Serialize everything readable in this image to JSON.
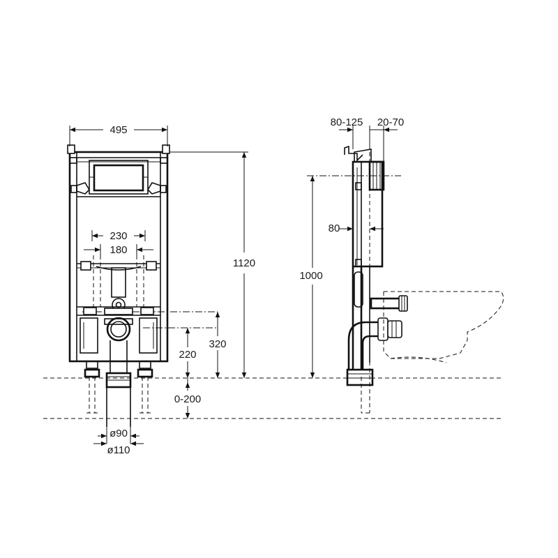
{
  "dimensions": {
    "frame_width": "495",
    "outlet_spacing_outer": "230",
    "outlet_spacing_inner": "180",
    "frame_height": "1120",
    "front_connection_height": "320",
    "drain_center_height": "220",
    "adjustable_leg_range": "0-200",
    "drain_diameter_inner": "ø90",
    "drain_diameter_outer": "ø110",
    "wall_depth_range": "80-125",
    "flush_plate_offset_range": "20-70",
    "side_height": "1000",
    "frame_depth": "80"
  },
  "colors": {
    "line": "#111111",
    "background": "#ffffff"
  }
}
